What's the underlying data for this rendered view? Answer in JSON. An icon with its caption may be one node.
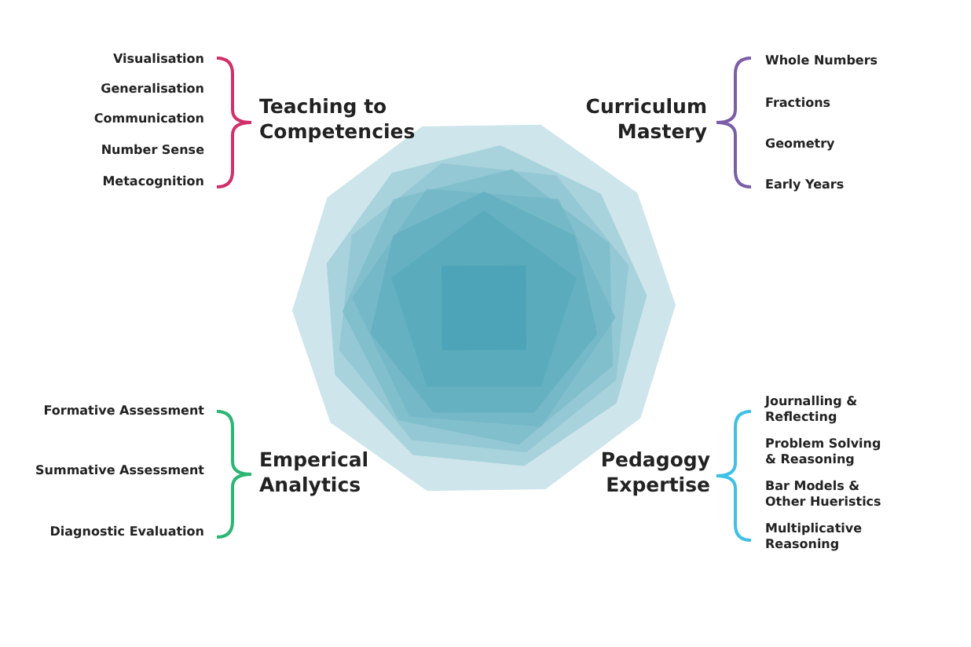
{
  "diagram": {
    "labels": [
      "Visualisation",
      "Generalisation",
      "Communication",
      "Number Sense",
      "Metacognition",
      "Teaching to Competencies",
      "Curriculum Mastery",
      "Whole Numbers",
      "Fractions",
      "Geometry",
      "Early Years",
      "Formative Assessment",
      "Summative Assessment",
      "Diagnostic Evaluation",
      "Emperical Analytics",
      "Pedagogy Expertise",
      "Journalling & Reflecting",
      "Problem Solving & Reasoning",
      "Bar Models & Other Hueristics",
      "Multiplicative Reasoning"
    ]
  }
}
